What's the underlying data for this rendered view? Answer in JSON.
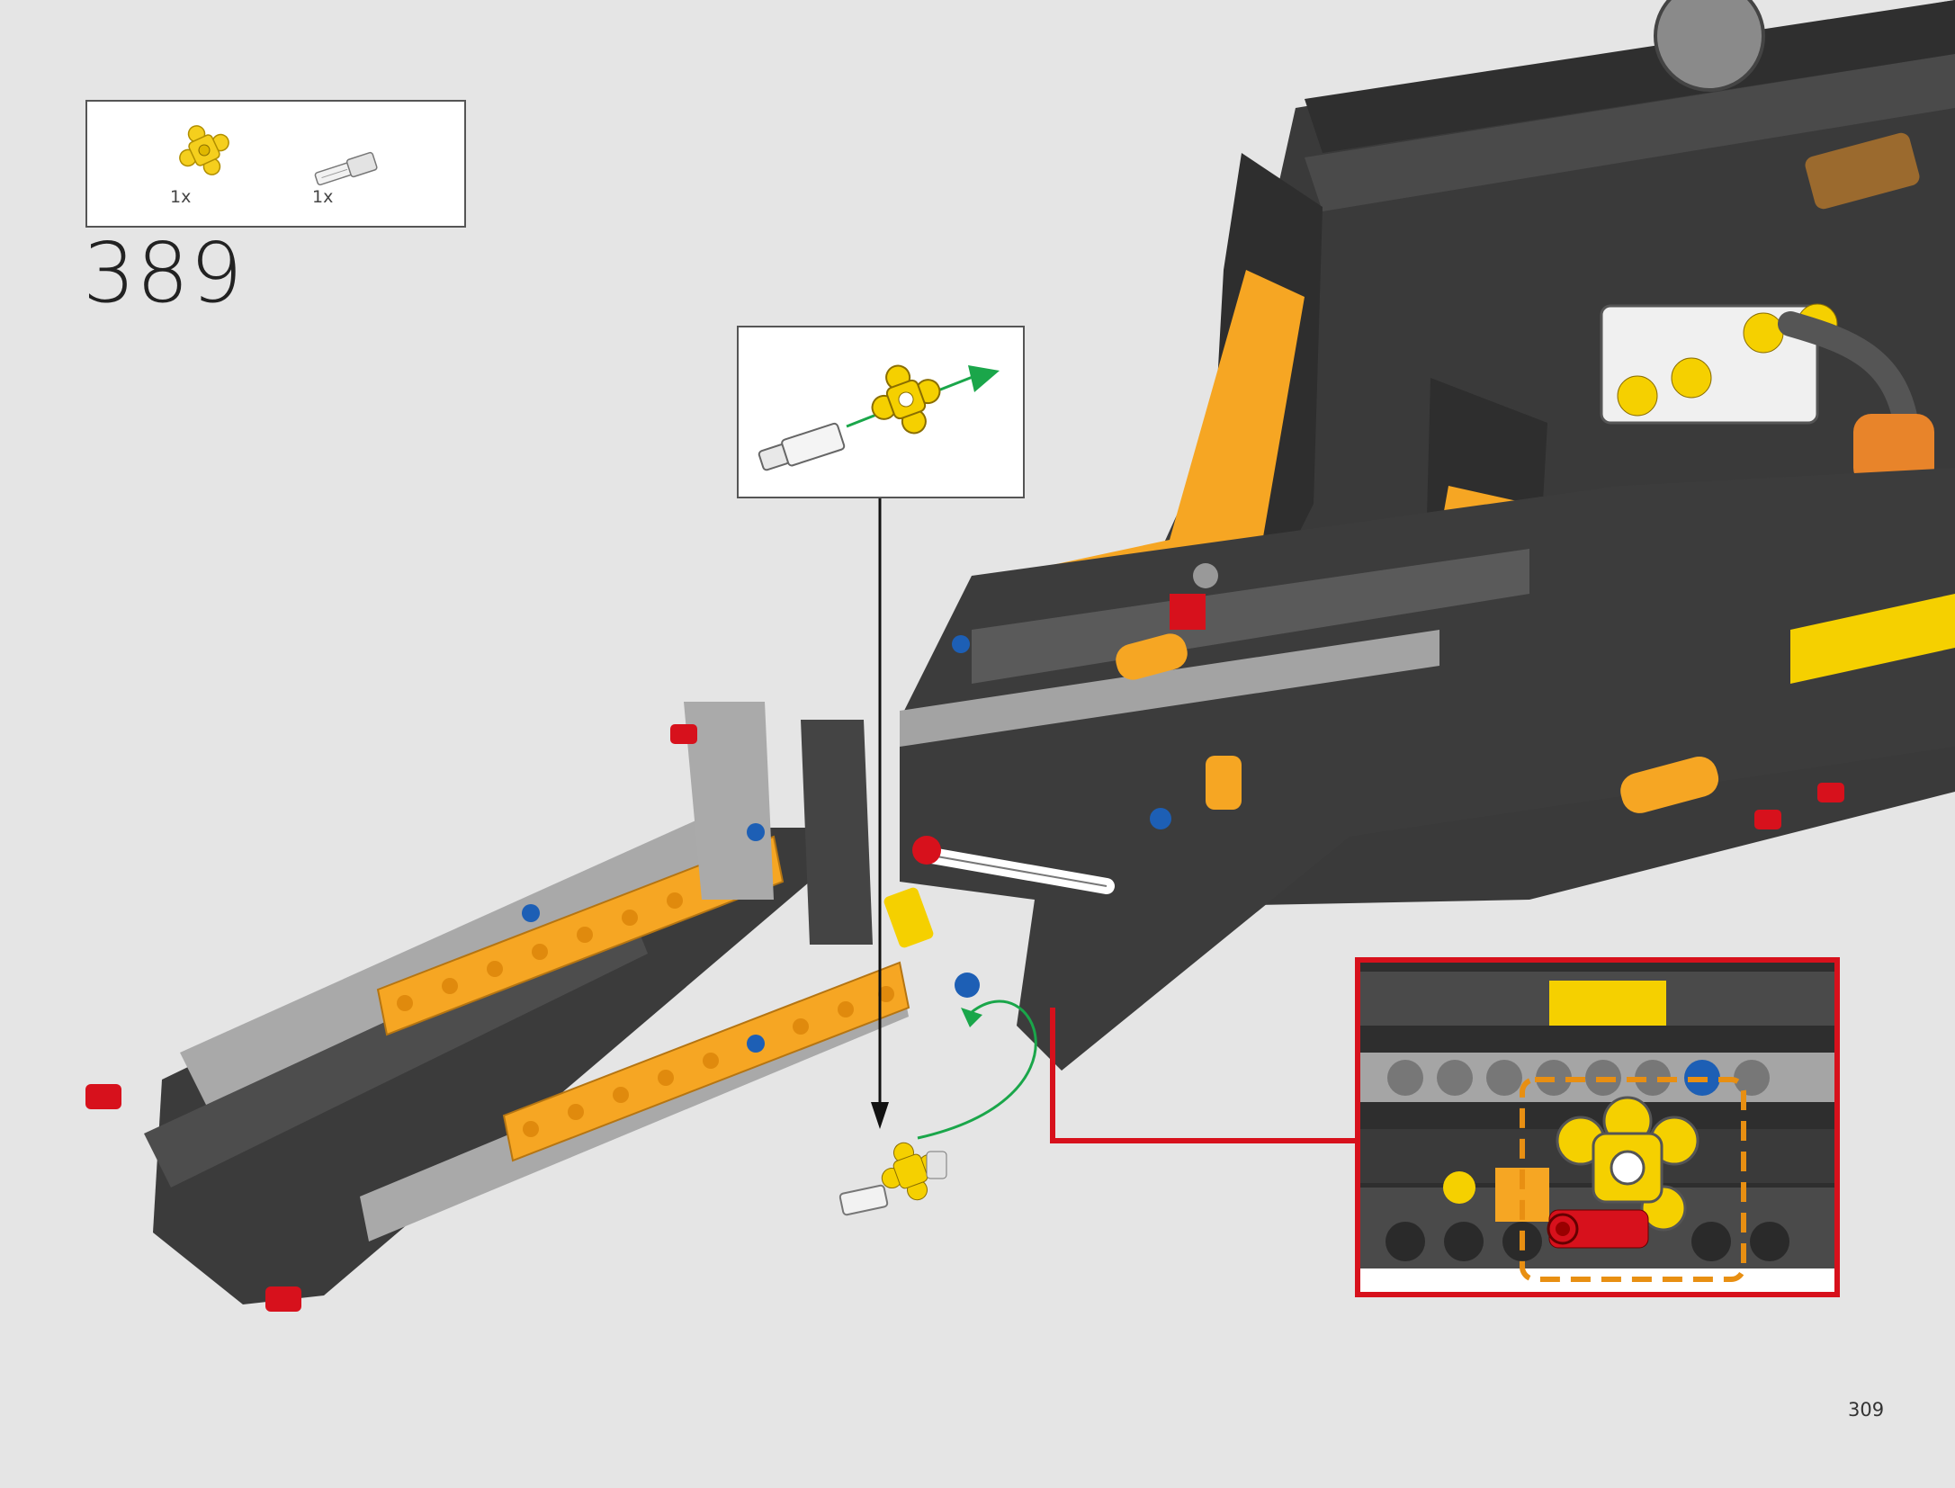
{
  "page": {
    "step_number": "389",
    "page_number": "309"
  },
  "parts_list": [
    {
      "name": "yellow-connector-hub",
      "qty": "1x",
      "color": "#f5cf1d"
    },
    {
      "name": "light-grey-axle-pin",
      "qty": "1x",
      "color": "#d9d9d9"
    }
  ],
  "colors": {
    "background": "#e5e5e5",
    "dark_grey": "#3a3a3a",
    "light_grey": "#a6a6a6",
    "orange": "#f6a623",
    "yellow": "#f5d000",
    "red": "#d7111c",
    "blue": "#1d5fb5",
    "green_arrow": "#1aa64a",
    "dashed_orange": "#e88f12"
  },
  "icons": [
    "assembly-arrow-icon",
    "motion-arrow-icon",
    "zoom-callout-frame"
  ]
}
